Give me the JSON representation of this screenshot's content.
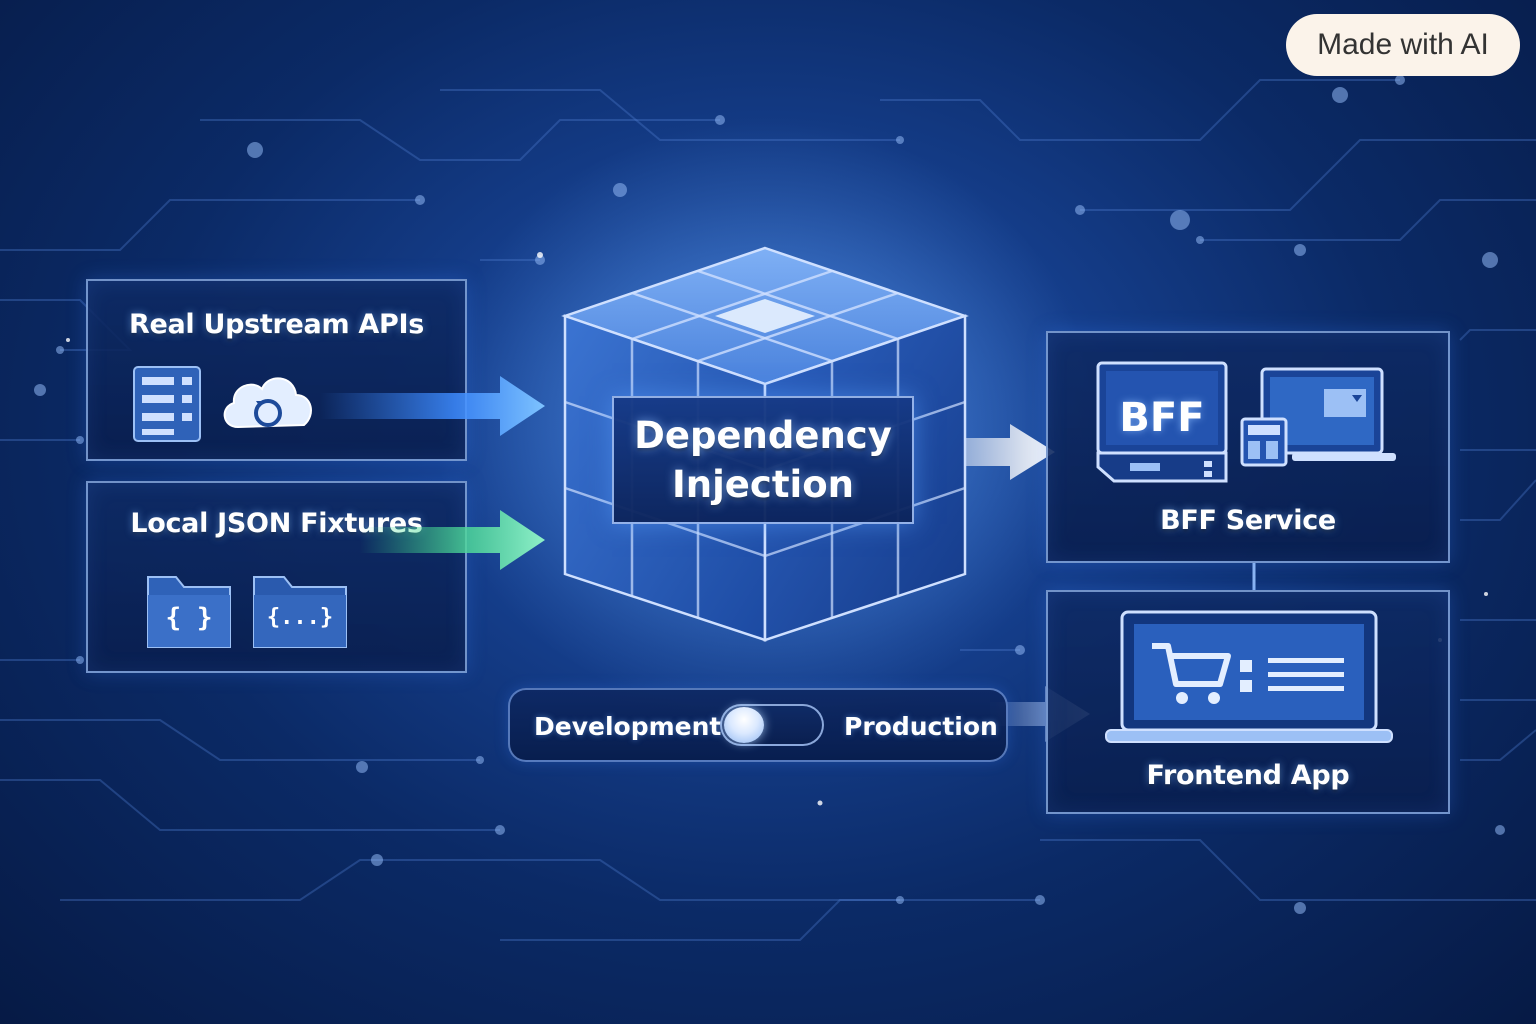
{
  "badge": {
    "text": "Made with AI"
  },
  "sources": {
    "upstream": {
      "title": "Real Upstream APIs",
      "icons": [
        "server-icon",
        "cloud-sync-icon"
      ]
    },
    "fixtures": {
      "title": "Local JSON Fixtures",
      "icons": [
        "json-folder-icon",
        "json-folder-ellipsis-icon"
      ],
      "glyphs": [
        "{ }",
        "{...}"
      ]
    }
  },
  "center": {
    "line1": "Dependency",
    "line2": "Injection",
    "icon": "cube-icon"
  },
  "bff": {
    "title": "BFF Service",
    "server_label": "BFF",
    "icons": [
      "bff-server-icon",
      "monitor-icon"
    ]
  },
  "frontend": {
    "title": "Frontend App",
    "icons": [
      "laptop-cart-icon"
    ]
  },
  "toggle": {
    "left_label": "Development",
    "right_label": "Production",
    "selected": "Development"
  },
  "colors": {
    "background": "#0b2a66",
    "accent_blue": "#3d8bff",
    "accent_green": "#6fe0a0",
    "panel_border": "#96b9f0"
  }
}
